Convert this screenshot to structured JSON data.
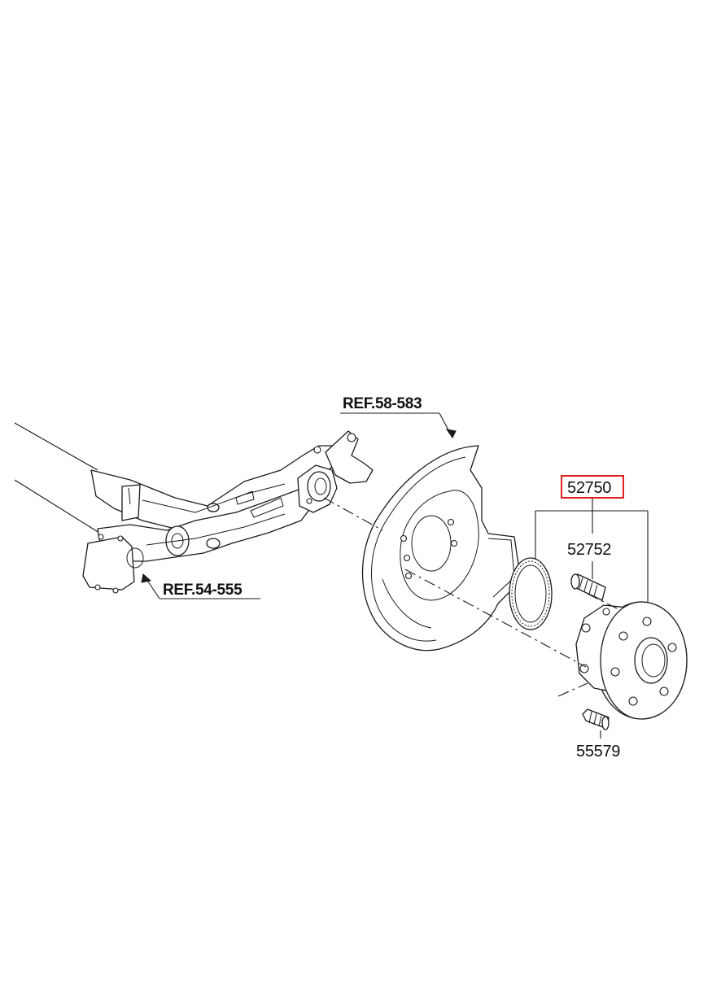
{
  "labels": {
    "ref_shield": "REF.58-583",
    "ref_axle": "REF.54-555",
    "hub_assembly": "52750",
    "wheel_bolt": "52752",
    "mount_bolt": "55579"
  },
  "highlight": {
    "part": "52750",
    "box_color": "#e0201c"
  }
}
